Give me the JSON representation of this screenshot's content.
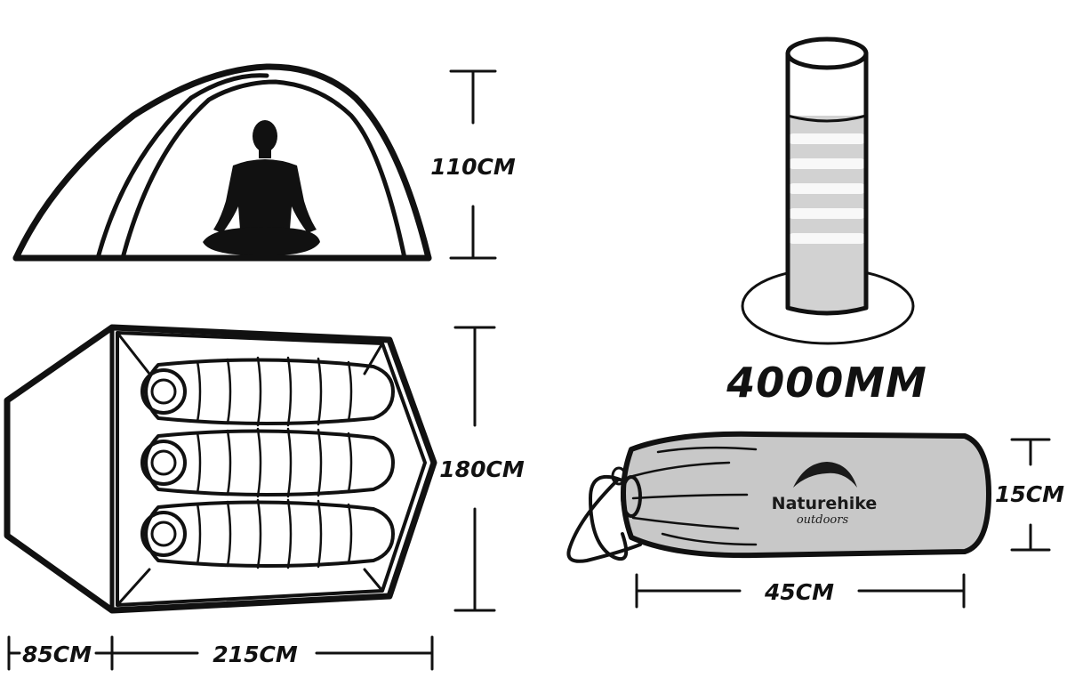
{
  "dimensions": {
    "tent_height": "110CM",
    "tent_width": "180CM",
    "vestibule_length": "85CM",
    "tent_length": "215CM",
    "waterproof_rating": "4000MM",
    "pack_diameter": "15CM",
    "pack_length": "45CM"
  },
  "bag": {
    "brand_name": "Naturehike",
    "brand_tagline": "outdoors"
  },
  "colors": {
    "ink": "#111111",
    "bag_fill": "#c8c8c8",
    "water_fill": "#cfcfcf"
  }
}
